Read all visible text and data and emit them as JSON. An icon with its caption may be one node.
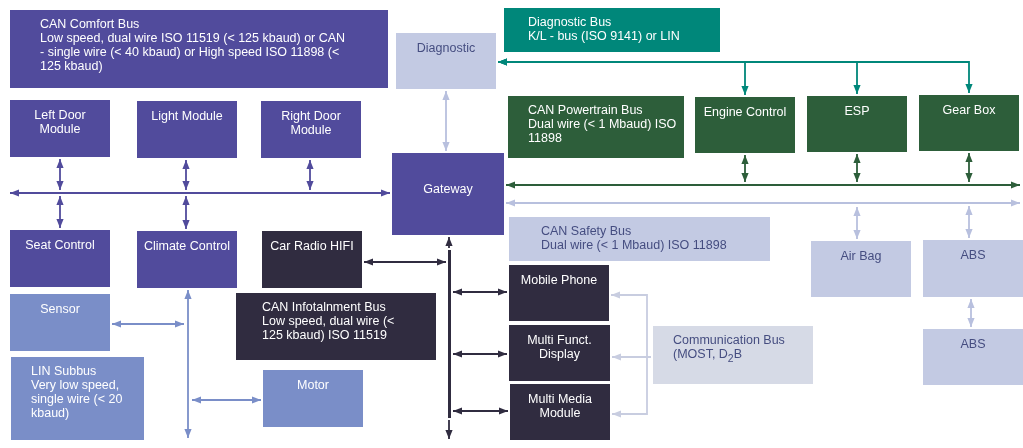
{
  "diagram": {
    "nodes": [
      {
        "text": [
          "CAN Comfort Bus",
          "Low speed, dual wire ISO 11519 (< 125 kbaud) or CAN - single wire (< 40 kbaud) or High speed ISO 11898 (< 125 kbaud)"
        ]
      },
      {
        "text": [
          "Diagnostic"
        ]
      },
      {
        "text": [
          "Diagnostic Bus",
          "K/L - bus (ISO 9141) or LIN"
        ]
      },
      {
        "text": [
          "CAN Powertrain Bus",
          "Dual wire (< 1 Mbaud) ISO 11898"
        ]
      },
      {
        "text": [
          "Engine Control"
        ]
      },
      {
        "text": [
          "ESP"
        ]
      },
      {
        "text": [
          "Gear Box"
        ]
      },
      {
        "text": [
          "Left Door Module"
        ]
      },
      {
        "text": [
          "Light Module"
        ]
      },
      {
        "text": [
          "Right Door Module"
        ]
      },
      {
        "text": [
          "Gateway"
        ]
      },
      {
        "text": [
          "Seat Control"
        ]
      },
      {
        "text": [
          "Climate Control"
        ]
      },
      {
        "text": [
          "Car Radio HIFI"
        ]
      },
      {
        "text": [
          "CAN Safety Bus",
          "Dual wire (< 1 Mbaud) ISO 11898"
        ]
      },
      {
        "text": [
          "Air Bag"
        ]
      },
      {
        "text": [
          "ABS"
        ]
      },
      {
        "text": [
          "Sensor"
        ]
      },
      {
        "text": [
          "CAN Infotalnment Bus",
          "Low speed, dual wire (< 125 kbaud) ISO 11519"
        ]
      },
      {
        "text": [
          "Mobile Phone"
        ]
      },
      {
        "text": [
          "Multi Funct. Display"
        ]
      },
      {
        "text": [
          "LIN Subbus",
          "Very low speed, single wire (< 20 kbaud)"
        ]
      },
      {
        "text": [
          "Motor"
        ]
      },
      {
        "text": [
          "Multi Media Module"
        ]
      },
      {
        "text": [
          "Communication Bus",
          "(MOST, D$_{2}$B"
        ]
      },
      {
        "text": [
          "ABS"
        ]
      },
      {
        "text": [],
        "shape": "bar"
      }
    ],
    "edges": [
      {
        "from": 1,
        "to": 4,
        "arrow": "both",
        "color": "#00877a"
      },
      {
        "from": 1,
        "to": 5,
        "arrow": "both",
        "color": "#00877a"
      },
      {
        "from": 1,
        "to": 6,
        "arrow": "both",
        "color": "#00877a"
      },
      {
        "from": 1,
        "to": 10,
        "arrow": "both",
        "color": "#b8c0de"
      },
      {
        "from": null,
        "to": 10,
        "arrow": "both"
      },
      {
        "from": 7,
        "to": null,
        "arrow": "both"
      },
      {
        "from": 8,
        "to": null,
        "arrow": "both"
      },
      {
        "from": 9,
        "to": null,
        "arrow": "both"
      },
      {
        "from": null,
        "to": 11,
        "arrow": "both"
      },
      {
        "from": null,
        "to": 12,
        "arrow": "both"
      },
      {
        "from": 10,
        "to": null,
        "arrow": "both",
        "color": "#2d5e3a"
      },
      {
        "from": 4,
        "to": null,
        "arrow": "both",
        "color": "#2d5e3a"
      },
      {
        "from": 5,
        "to": null,
        "arrow": "both",
        "color": "#2d5e3a"
      },
      {
        "from": 6,
        "to": null,
        "arrow": "both",
        "color": "#2d5e3a"
      },
      {
        "from": 10,
        "to": null,
        "arrow": "both",
        "color": "#b8c0de"
      },
      {
        "from": null,
        "to": 15,
        "arrow": "both",
        "color": "#b8c0de"
      },
      {
        "from": null,
        "to": 16,
        "arrow": "both",
        "color": "#b8c0de"
      },
      {
        "from": 16,
        "to": 25,
        "arrow": "both",
        "color": "#b8c0de"
      },
      {
        "from": 26,
        "to": 10,
        "arrow": "to",
        "color": "#302c40"
      },
      {
        "from": 13,
        "to": 26,
        "arrow": "both",
        "color": "#302c40"
      },
      {
        "from": 26,
        "to": 19,
        "arrow": "both",
        "color": "#302c40"
      },
      {
        "from": 26,
        "to": 20,
        "arrow": "both",
        "color": "#302c40"
      },
      {
        "from": 26,
        "to": 23,
        "arrow": "both",
        "color": "#302c40"
      },
      {
        "from": 12,
        "to": null,
        "arrow": "both",
        "color": "#7a8ec8"
      },
      {
        "from": 17,
        "to": null,
        "arrow": "both",
        "color": "#7a8ec8"
      },
      {
        "from": null,
        "to": 22,
        "arrow": "both",
        "color": "#7a8ec8"
      },
      {
        "from": 24,
        "to": 19,
        "arrow": "to",
        "color": "#c8cde0"
      },
      {
        "from": 24,
        "to": 20,
        "arrow": "to",
        "color": "#c8cde0"
      },
      {
        "from": 24,
        "to": 23,
        "arrow": "to",
        "color": "#c8cde0"
      },
      {
        "from": 26,
        "to": null,
        "arrow": "to",
        "color": "#302c40"
      }
    ]
  }
}
